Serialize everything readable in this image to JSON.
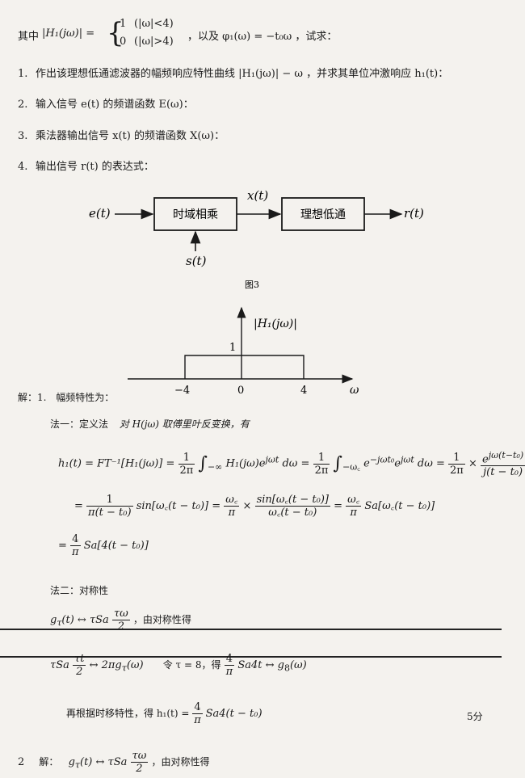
{
  "header": {
    "prefix": "其中",
    "mag_expr": "|H₁(jω)| =",
    "case1_val": "1",
    "case1_cond": "(|ω|<4)",
    "case2_val": "0",
    "case2_cond": "(|ω|>4)",
    "phase_text": "，以及 φ₁(ω) = −t₀ω ，试求："
  },
  "questions": [
    {
      "num": "1.",
      "text": "作出该理想低通滤波器的幅频响应特性曲线 |H₁(jω)| − ω ，并求其单位冲激响应 h₁(t)："
    },
    {
      "num": "2.",
      "text": "输入信号 e(t) 的频谱函数 E(ω)："
    },
    {
      "num": "3.",
      "text": "乘法器输出信号 x(t) 的频谱函数 X(ω)："
    },
    {
      "num": "4.",
      "text": "输出信号 r(t) 的表达式："
    }
  ],
  "block_diagram": {
    "input": "e(t)",
    "box1": "时域相乘",
    "mid": "x(t)",
    "box2": "理想低通",
    "output": "r(t)",
    "bottom": "s(t)",
    "caption": "图3"
  },
  "plot": {
    "ylabel": "|H₁(jω)|",
    "xlabel": "ω",
    "ytick": "1",
    "xticks": [
      "−4",
      "0",
      "4"
    ]
  },
  "solution": {
    "intro_num": "解：1.",
    "intro_text": "幅频特性为：",
    "m1_title": "法一：定义法",
    "m1_desc": "对 H(jω) 取傅里叶反变换，有",
    "eq1_lhs": "h₁(t) = FT⁻¹[H₁(jω)] =",
    "eq1_a": "H₁(jω)e",
    "eq1_a_sup": "jωt",
    "eq1_b": "e",
    "eq1_b_sup": "−jωt₀",
    "eq1_b2": "e",
    "eq1_b2_sup": "jωt",
    "eq1_c_num": "e",
    "eq1_c_num_sup": "jω(t−t₀)",
    "eq1_c_den": "j(t − t₀)",
    "eq2_a_den": "π(t − t₀)",
    "eq2_a_tail": "sin[ω꜀(t − t₀)] =",
    "eq2_b_num": "ω꜀",
    "eq2_b_den": "π",
    "eq2_c_num": "sin[ω꜀(t − t₀)]",
    "eq2_c_den": "ω꜀(t − t₀)",
    "eq2_d_tail": "Sa[ω꜀(t − t₀)]",
    "eq3_num": "4",
    "eq3_den": "π",
    "eq3_tail": "Sa[4(t − t₀)]",
    "m2_title": "法二：对称性",
    "m2_eq_lhs": "g",
    "m2_eq_sub": "τ",
    "m2_eq_mid": "(t) ↔ τSa",
    "m2_eq_frac_num": "τω",
    "m2_eq_frac_den": "2",
    "m2_eq_tail": "，由对称性得",
    "m2_eq2_a": "τSa",
    "m2_eq2_a_num": "τt",
    "m2_eq2_a_den": "2",
    "m2_eq2_b": "↔ 2πg",
    "m2_eq2_b_sub": "τ",
    "m2_eq2_b_tail": "(ω)",
    "m2_eq2_c": "令 τ = 8，得",
    "m2_eq2_c_num": "4",
    "m2_eq2_c_den": "π",
    "m2_eq2_d": "Sa4t ↔ g",
    "m2_eq2_d_sub": "8",
    "m2_eq2_d_tail": "(ω)",
    "shift_text": "再根据时移特性，得 h₁(t) =",
    "shift_num": "4",
    "shift_den": "π",
    "shift_tail": "Sa4(t − t₀)",
    "score": "5分",
    "q2_num": "2",
    "q2_label": "解：",
    "q2_lhs": "g",
    "q2_sub": "τ",
    "q2_mid": "(t) ↔ τSa",
    "q2_frac_num": "τω",
    "q2_frac_den": "2",
    "q2_tail": "，由对称性得"
  }
}
